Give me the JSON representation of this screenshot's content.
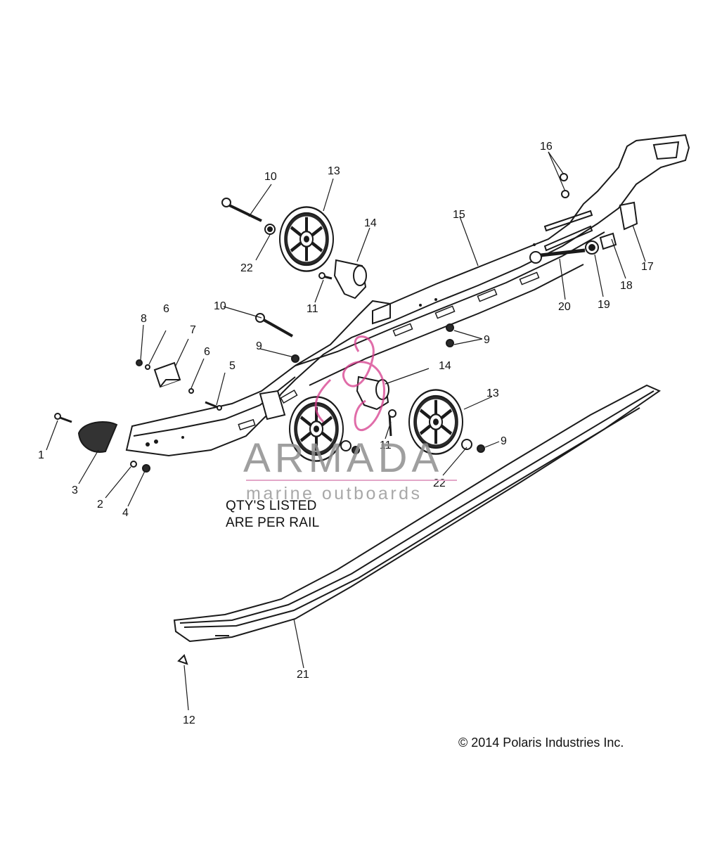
{
  "diagram": {
    "note_line1": "QTY'S LISTED",
    "note_line2": "ARE PER RAIL",
    "copyright": "© 2014 Polaris Industries Inc.",
    "watermark": {
      "brand": "ARMADA",
      "tagline": "marine outboards",
      "accent_color": "#d63c8c"
    },
    "line_color": "#1a1a1a",
    "callouts": [
      "1",
      "2",
      "3",
      "4",
      "5",
      "6",
      "6",
      "7",
      "8",
      "9",
      "9",
      "9",
      "9",
      "10",
      "10",
      "11",
      "11",
      "12",
      "13",
      "13",
      "14",
      "14",
      "15",
      "16",
      "17",
      "18",
      "19",
      "20",
      "21",
      "22",
      "22"
    ]
  }
}
